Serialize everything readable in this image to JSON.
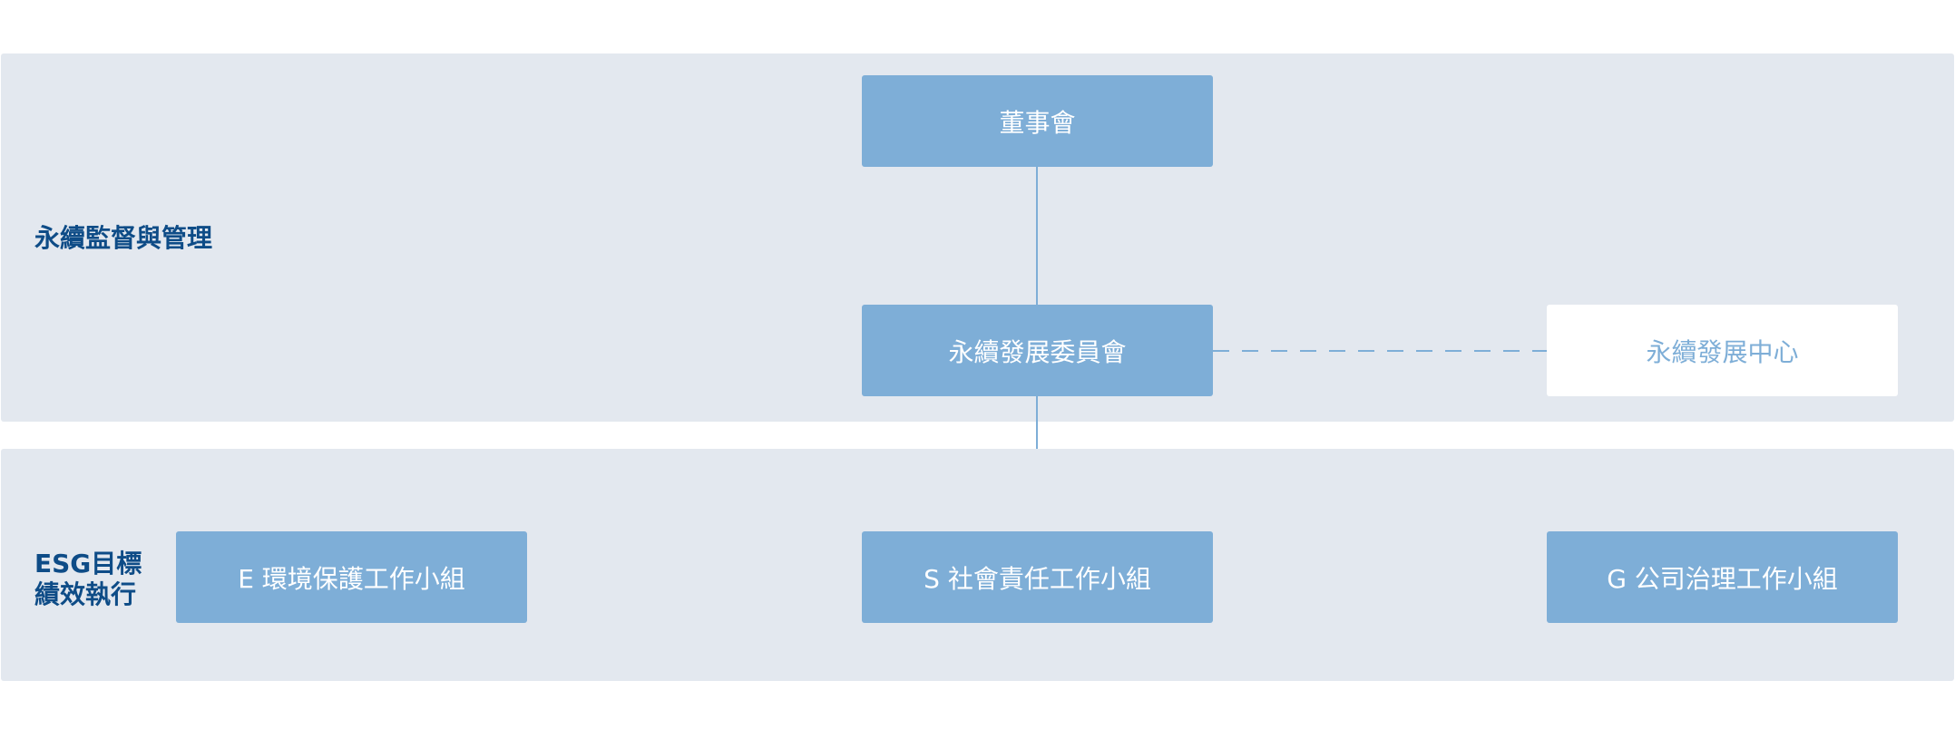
{
  "sections": {
    "supervision": {
      "label": "永續監督與管理"
    },
    "execution": {
      "label_lines": [
        "ESG目標",
        "績效執行"
      ]
    }
  },
  "boxes": {
    "board": "董事會",
    "committee": "永續發展委員會",
    "center": "永續發展中心",
    "environment": "E 環境保護工作小組",
    "social": "S 社會責任工作小組",
    "governance": "G 公司治理工作小組"
  },
  "colors": {
    "band": "#e3e8ef",
    "box": "#7eaed7",
    "label": "#0e4c87",
    "connector": "#7eaed7"
  }
}
